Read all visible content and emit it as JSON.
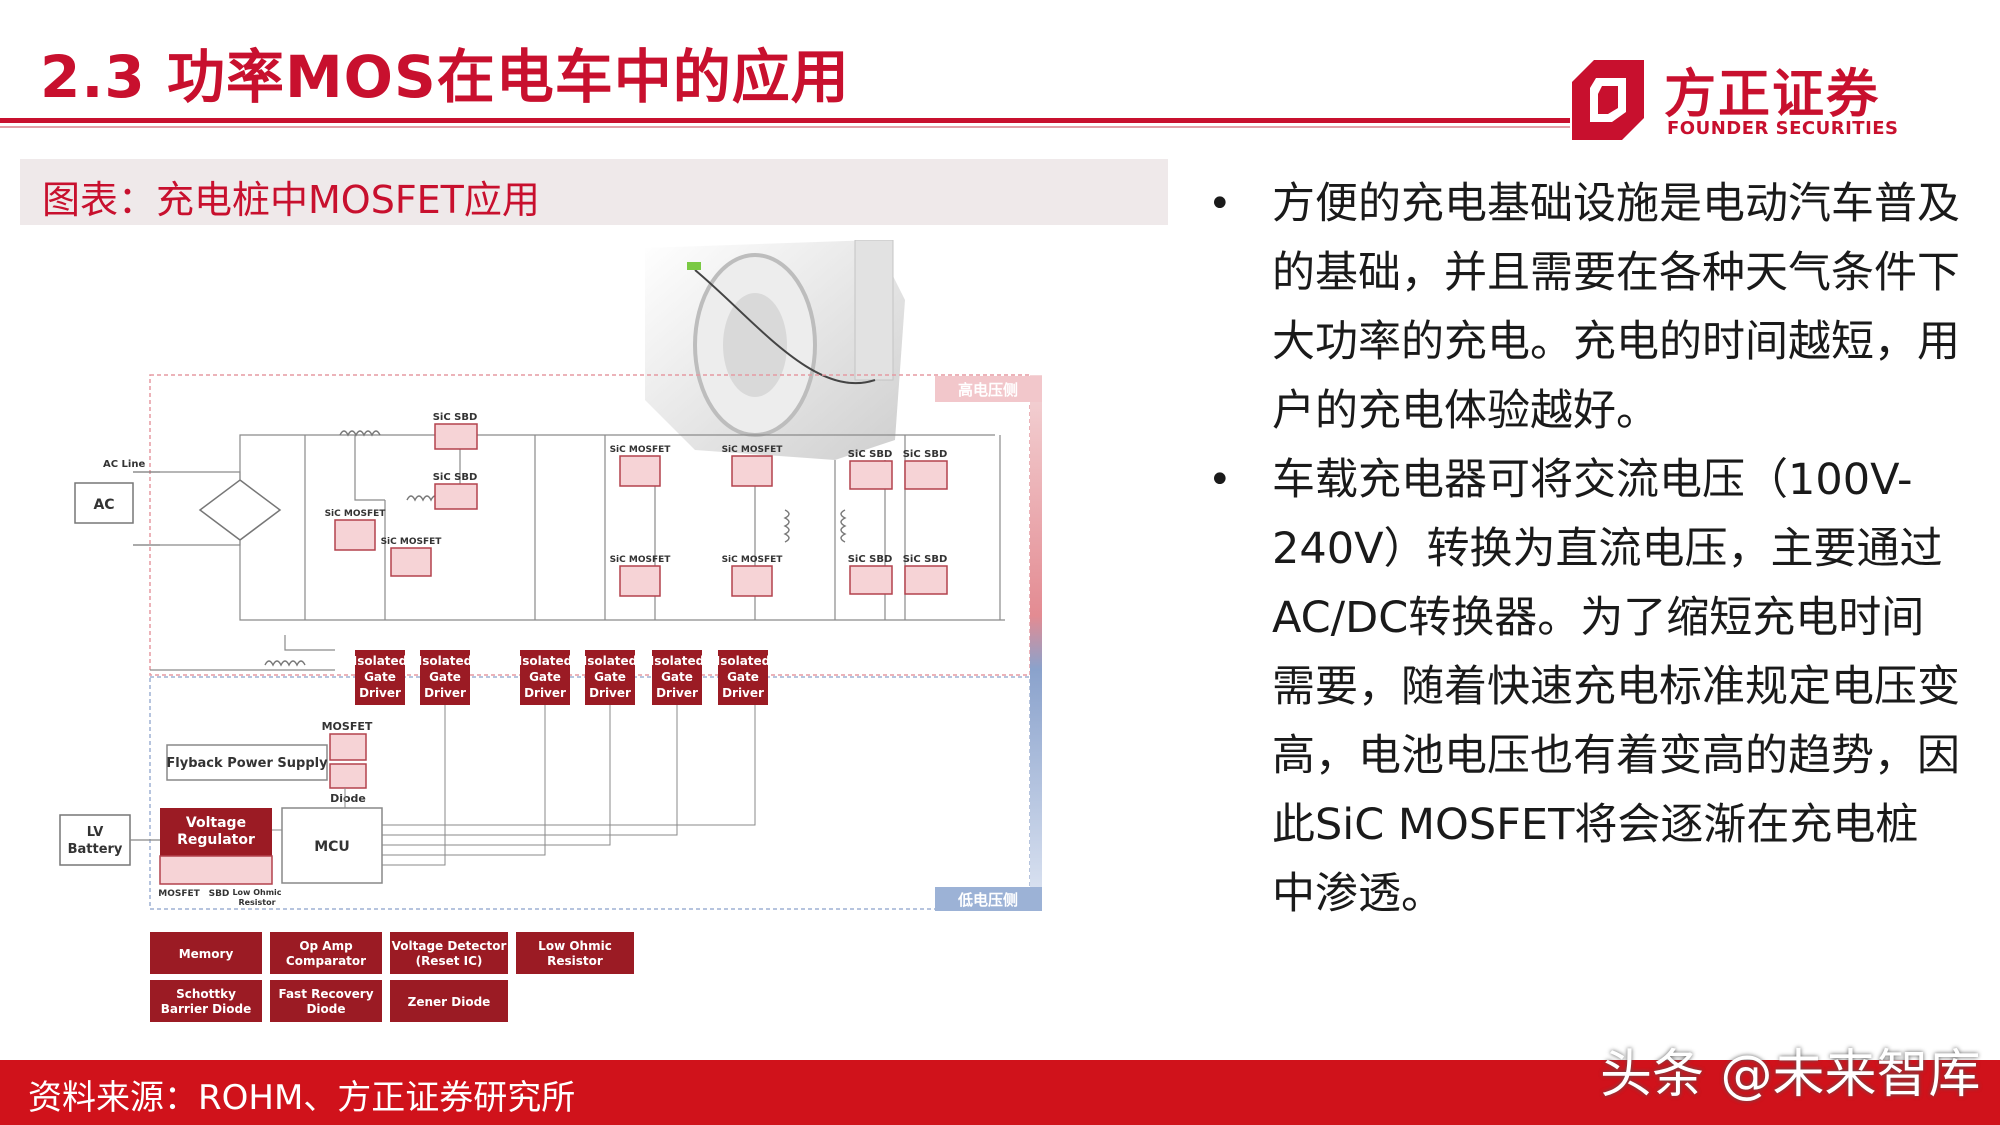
{
  "header": {
    "title": "2.3 功率MOS在电车中的应用",
    "logo_cn": "方正证券",
    "logo_en": "FOUNDER SECURITIES"
  },
  "figure": {
    "title": "图表：充电桩中MOSFET应用",
    "zone_high": "高电压侧",
    "zone_low": "低电压侧",
    "ac_line": "AC Line",
    "ac": "AC",
    "lv_battery": [
      "LV",
      "Battery"
    ],
    "flyback": "Flyback Power Supply",
    "mosfet": "MOSFET",
    "diode": "Diode",
    "voltage_regulator": [
      "Voltage",
      "Regulator"
    ],
    "mcu": "MCU",
    "vr_parts": [
      "MOSFET",
      "SBD",
      "Low Ohmic",
      "Resistor"
    ],
    "sic_sbd": "SiC SBD",
    "sic_mosfet": "SiC MOSFET",
    "gate_driver": [
      "Isolated",
      "Gate",
      "Driver"
    ],
    "legend": [
      [
        "Memory"
      ],
      [
        "Op Amp",
        "Comparator"
      ],
      [
        "Voltage Detector",
        "(Reset IC)"
      ],
      [
        "Low Ohmic",
        "Resistor"
      ],
      [
        "Schottky",
        "Barrier Diode"
      ],
      [
        "Fast Recovery",
        "Diode"
      ],
      [
        "Zener Diode"
      ]
    ]
  },
  "bullets": [
    "方便的充电基础设施是电动汽车普及的基础，并且需要在各种天气条件下大功率的充电。充电的时间越短，用户的充电体验越好。",
    "车载充电器可将交流电压（100V-240V）转换为直流电压，主要通过AC/DC转换器。为了缩短充电时间需要，随着快速充电标准规定电压变高，电池电压也有着变高的趋势，因此SiC MOSFET将会逐渐在充电桩中渗透。"
  ],
  "footer": {
    "source": "资料来源：ROHM、方正证券研究所",
    "watermark": "头条 @未来智库"
  },
  "colors": {
    "brand_red": "#c8102e",
    "footer_red": "#d0121b",
    "component_red": "#9b1b24"
  }
}
